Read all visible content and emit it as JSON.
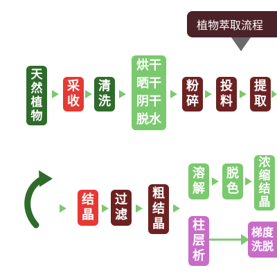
{
  "title": "植物萃取流程",
  "row1": [
    "天\n然\n植\n物",
    "采\n收",
    "清\n洗",
    "烘干\n晒干\n阴干\n脱水",
    "粉\n碎",
    "投\n料",
    "提\n取"
  ],
  "row2": [
    "结\n晶",
    "过\n滤",
    "粗\n结\n晶"
  ],
  "branchTop": [
    "溶\n解",
    "脱\n色",
    "浓\n缩\n结\n晶"
  ],
  "branchBottom": [
    "柱\n层\n析",
    "梯度\n洗脱"
  ]
}
